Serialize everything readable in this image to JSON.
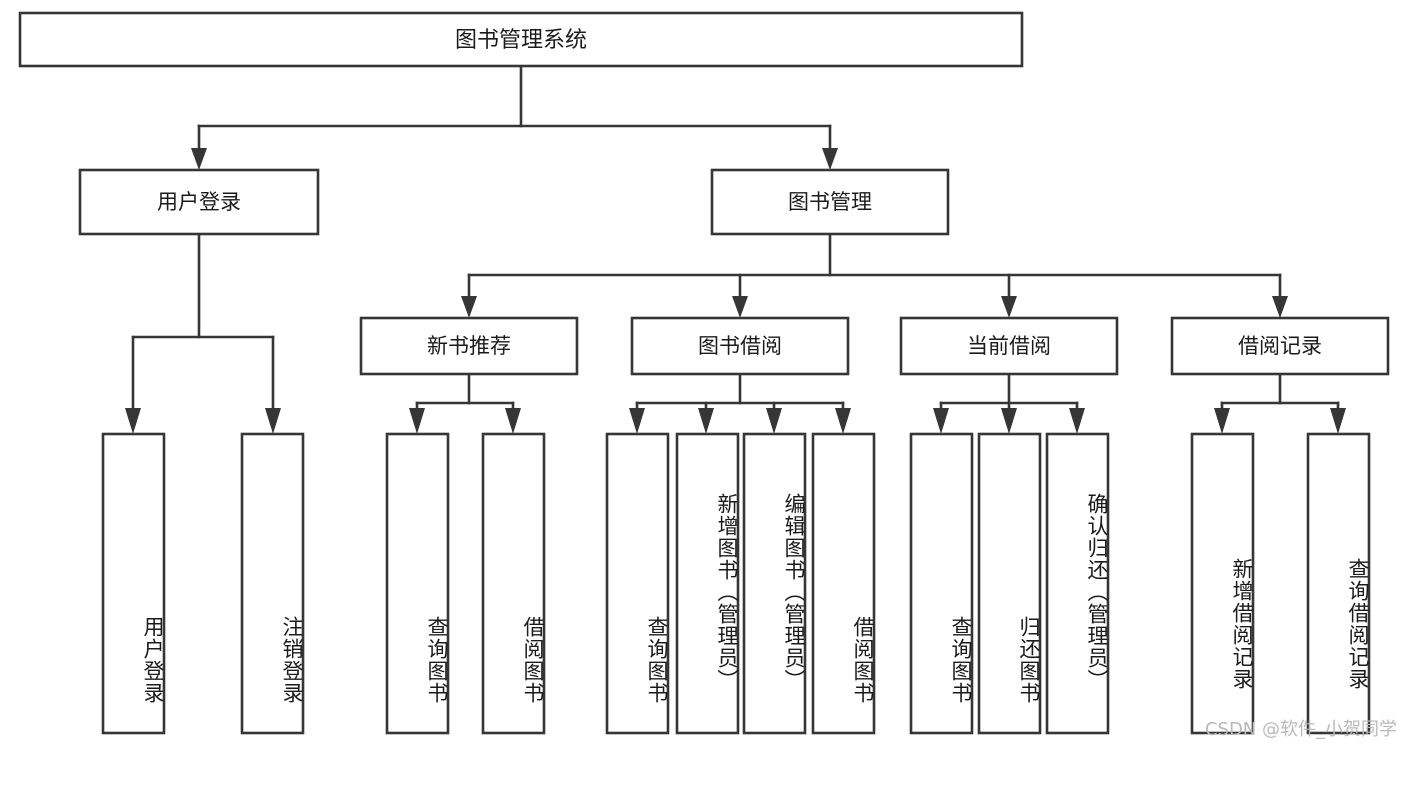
{
  "diagram": {
    "title": "图书管理系统",
    "type": "tree",
    "watermark": "CSDN @软件_小贺同学",
    "levels": {
      "level1": [
        {
          "id": "root",
          "label": "图书管理系统",
          "orientation": "horizontal"
        }
      ],
      "level2": [
        {
          "id": "user-login",
          "label": "用户登录",
          "orientation": "horizontal"
        },
        {
          "id": "book-manage",
          "label": "图书管理",
          "orientation": "horizontal"
        }
      ],
      "level3": [
        {
          "id": "new-book-recommend",
          "label": "新书推荐",
          "orientation": "horizontal",
          "parent": "book-manage"
        },
        {
          "id": "book-borrow",
          "label": "图书借阅",
          "orientation": "horizontal",
          "parent": "book-manage"
        },
        {
          "id": "current-borrow",
          "label": "当前借阅",
          "orientation": "horizontal",
          "parent": "book-manage"
        },
        {
          "id": "borrow-record",
          "label": "借阅记录",
          "orientation": "horizontal",
          "parent": "book-manage"
        }
      ],
      "level4": [
        {
          "id": "leaf-user-login",
          "label": "用户登录",
          "orientation": "vertical",
          "parent": "user-login"
        },
        {
          "id": "leaf-logout-login",
          "label": "注销登录",
          "orientation": "vertical",
          "parent": "user-login"
        },
        {
          "id": "leaf-query-book-1",
          "label": "查询图书",
          "orientation": "vertical",
          "parent": "new-book-recommend"
        },
        {
          "id": "leaf-borrow-book-1",
          "label": "借阅图书",
          "orientation": "vertical",
          "parent": "new-book-recommend"
        },
        {
          "id": "leaf-query-book-2",
          "label": "查询图书",
          "orientation": "vertical",
          "parent": "book-borrow"
        },
        {
          "id": "leaf-add-book-admin",
          "label": "新增图书（管理员）",
          "orientation": "vertical",
          "parent": "book-borrow"
        },
        {
          "id": "leaf-edit-book-admin",
          "label": "编辑图书（管理员）",
          "orientation": "vertical",
          "parent": "book-borrow"
        },
        {
          "id": "leaf-borrow-book-2",
          "label": "借阅图书",
          "orientation": "vertical",
          "parent": "book-borrow"
        },
        {
          "id": "leaf-query-book-3",
          "label": "查询图书",
          "orientation": "vertical",
          "parent": "current-borrow"
        },
        {
          "id": "leaf-return-book",
          "label": "归还图书",
          "orientation": "vertical",
          "parent": "current-borrow"
        },
        {
          "id": "leaf-confirm-return-admin",
          "label": "确认归还（管理员）",
          "orientation": "vertical",
          "parent": "current-borrow"
        },
        {
          "id": "leaf-add-borrow-record",
          "label": "新增借阅记录",
          "orientation": "vertical",
          "parent": "borrow-record"
        },
        {
          "id": "leaf-query-borrow-record",
          "label": "查询借阅记录",
          "orientation": "vertical",
          "parent": "borrow-record"
        }
      ]
    },
    "colors": {
      "stroke": "#363636",
      "box_fill": "#ffffff",
      "text": "#1b1b1b",
      "watermark": "#b9b9b9",
      "background": "#ffffff"
    }
  }
}
